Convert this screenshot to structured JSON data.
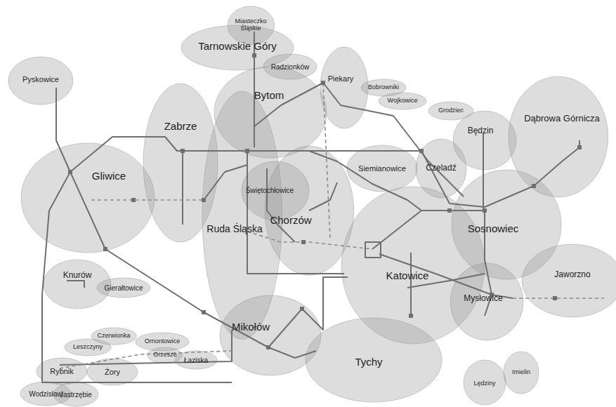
{
  "diagram": {
    "nodes": [
      {
        "text": [
          "Miasteczko Śląskie"
        ]
      },
      {
        "text": [
          "Tarnowskie Góry"
        ]
      },
      {
        "text": [
          "Radzionków"
        ]
      },
      {
        "text": [
          "Piekary"
        ]
      },
      {
        "text": [
          "Bobrowniki"
        ]
      },
      {
        "text": [
          "Wojkowice"
        ]
      },
      {
        "text": [
          "Pyskowice"
        ]
      },
      {
        "text": [
          "Grodziec"
        ]
      },
      {
        "text": [
          "Bytom"
        ]
      },
      {
        "text": [
          "Zabrze"
        ]
      },
      {
        "text": [
          "Będzin"
        ]
      },
      {
        "text": [
          "Dąbrowa Górnicza"
        ]
      },
      {
        "text": [
          "Gliwice"
        ]
      },
      {
        "text": [
          "Siemianowice"
        ]
      },
      {
        "text": [
          "Czeladź"
        ]
      },
      {
        "text": [
          "Świętochłowice"
        ]
      },
      {
        "text": [
          "Ruda Śląska"
        ]
      },
      {
        "text": [
          "Chorzów"
        ]
      },
      {
        "text": [
          "Sosnowiec"
        ]
      },
      {
        "text": [
          "Katowice"
        ]
      },
      {
        "text": [
          "Jaworzno"
        ]
      },
      {
        "text": [
          "Knurów"
        ]
      },
      {
        "text": [
          "Gierałtowice"
        ]
      },
      {
        "text": [
          "Mysłowice"
        ]
      },
      {
        "text": [
          "Mikołów"
        ]
      },
      {
        "text": [
          "Czerwionka"
        ]
      },
      {
        "text": [
          "Ornontowice"
        ]
      },
      {
        "text": [
          "Leszczyny"
        ]
      },
      {
        "text": [
          "Orzesze"
        ]
      },
      {
        "text": [
          "Łaziska"
        ]
      },
      {
        "text": [
          "Tychy"
        ]
      },
      {
        "text": [
          "Rybnik"
        ]
      },
      {
        "text": [
          "Żory"
        ]
      },
      {
        "text": [
          "Imielin"
        ]
      },
      {
        "text": [
          "Lędziny"
        ]
      },
      {
        "text": [
          "Wodzisław"
        ]
      },
      {
        "text": [
          "Jastrzębie"
        ]
      }
    ]
  }
}
